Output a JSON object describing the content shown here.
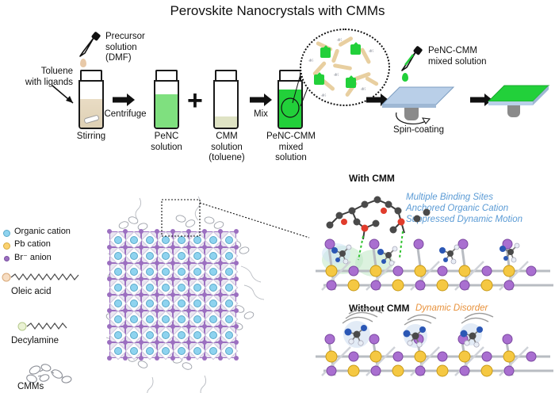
{
  "title": "Perovskite Nanocrystals with CMMs",
  "process": {
    "precursor_label": "Precursor\nsolution\n(DMF)",
    "toluene_label": "Toluene\nwith ligands",
    "stirring_label": "Stirring",
    "centrifuge_label": "Centrifuge",
    "penc_label": "PeNC\nsolution",
    "plus_symbol": "+",
    "cmm_label": "CMM solution\n(toluene)",
    "mix_label": "Mix",
    "mixed_label": "PeNC-CMM\nmixed solution",
    "dropper_label": "PeNC-CMM\nmixed solution",
    "spin_label": "Spin-coating"
  },
  "legend": {
    "items": [
      {
        "label": "Organic cation",
        "color": "#8ed3ef",
        "marker": "circle-cyan"
      },
      {
        "label": "Pb cation",
        "color": "#fbd270",
        "marker": "circle-yellow"
      },
      {
        "label": "Br⁻ anion",
        "color": "#9b6fc0",
        "marker": "circle-purple"
      }
    ],
    "oleic_acid": "Oleic acid",
    "decylamine": "Decylamine",
    "cmms": "CMMs"
  },
  "panels": {
    "with_cmm": "With CMM",
    "without_cmm": "Without CMM",
    "with_cmm_notes": "Multiple Binding Sites\nAnchored Organic Cation\nSuppressed Dynamic Motion",
    "without_cmm_note": "Dynamic Disorder"
  },
  "colors": {
    "green_bright": "#22d03a",
    "green_light": "#7fe07f",
    "tan": "#e3d3b8",
    "plate_blue": "#b9cfe8",
    "note_blue": "#5b9bd5",
    "note_orange": "#e8913a",
    "lattice_purple": "#9b6fc0",
    "lattice_cyan": "#8ed3ef",
    "pb_yellow": "#f5c842"
  }
}
